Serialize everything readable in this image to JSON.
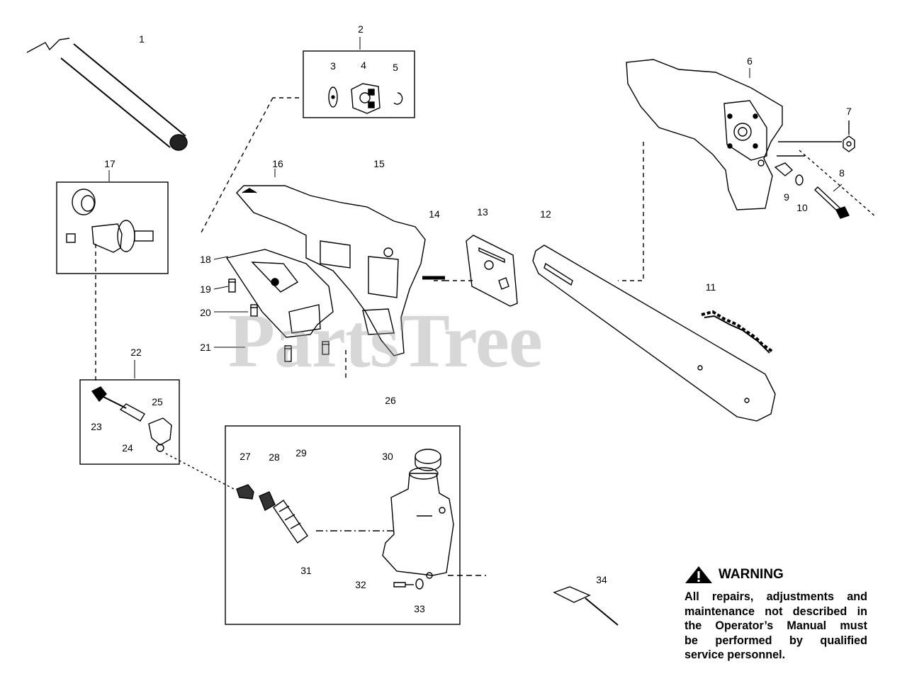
{
  "callouts": [
    "1",
    "2",
    "3",
    "4",
    "5",
    "6",
    "7",
    "8",
    "9",
    "10",
    "11",
    "12",
    "13",
    "14",
    "15",
    "16",
    "17",
    "18",
    "19",
    "20",
    "21",
    "22",
    "23",
    "24",
    "25",
    "26",
    "27",
    "28",
    "29",
    "30",
    "31",
    "32",
    "33",
    "34"
  ],
  "watermark": "PartsTree",
  "warning": {
    "title": "WARNING",
    "lines": [
      "All repairs, adjustments and",
      "maintenance not described in",
      "the Operator’s Manual must",
      "be performed by qualified",
      "service personnel."
    ]
  },
  "colors": {
    "line": "#000000",
    "watermark": "#969696",
    "background": "#ffffff"
  },
  "icons": [
    "warning-triangle-icon"
  ]
}
